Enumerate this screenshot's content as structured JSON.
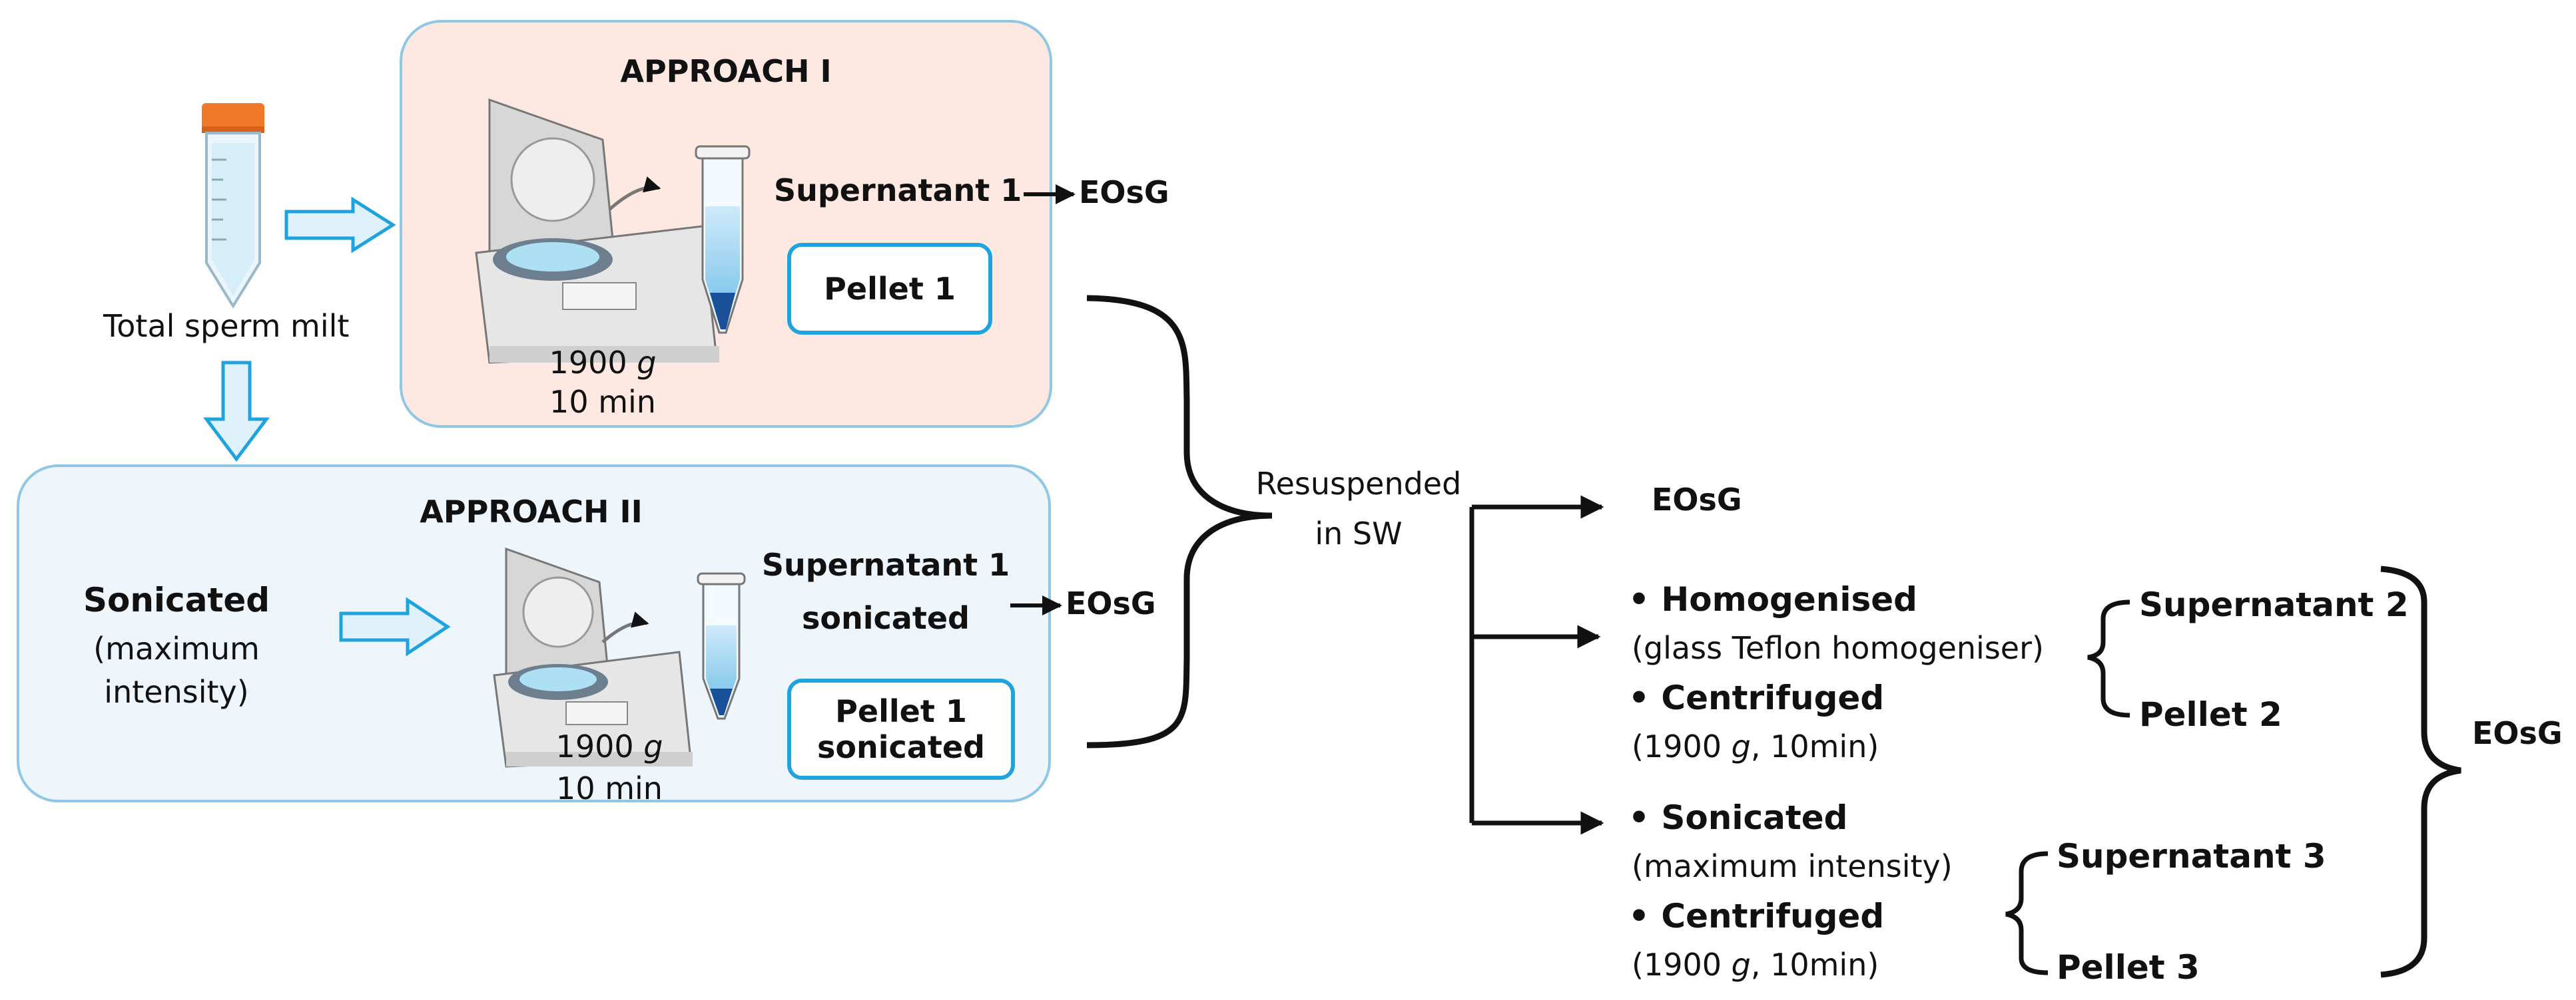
{
  "approach1": {
    "title": "APPROACH I",
    "condition_g": "1900",
    "condition_unit": "g",
    "condition_time": "10 min",
    "supernatant": "Supernatant 1",
    "pellet": "Pellet 1",
    "output": "EOsG"
  },
  "approach2": {
    "title": "APPROACH II",
    "treatment": "Sonicated",
    "treatment_detail_1": "(maximum",
    "treatment_detail_2": "intensity)",
    "condition_g": "1900",
    "condition_unit": "g",
    "condition_time": "10 min",
    "supernatant_1": "Supernatant 1",
    "supernatant_2": "sonicated",
    "pellet_1": "Pellet 1",
    "pellet_2": "sonicated",
    "output": "EOsG"
  },
  "source": {
    "label": "Total sperm milt"
  },
  "resuspend": {
    "line1": "Resuspended",
    "line2": "in SW"
  },
  "branch_top": {
    "output": "EOsG"
  },
  "branch_mid": {
    "step1": "Homogenised",
    "step1_detail": "(glass Teflon homogeniser)",
    "step2": "Centrifuged",
    "step2_detail_pre": "(1900 ",
    "step2_detail_g": "g",
    "step2_detail_post": ", 10min)",
    "supernatant": "Supernatant 2",
    "pellet": "Pellet 2"
  },
  "branch_bottom": {
    "step1": "Sonicated",
    "step1_detail": "(maximum intensity)",
    "step2": "Centrifuged",
    "step2_detail_pre": "(1900 ",
    "step2_detail_g": "g",
    "step2_detail_post": ", 10min)",
    "supernatant": "Supernatant 3",
    "pellet": "Pellet 3"
  },
  "final_output": "EOsG",
  "colors": {
    "box1_fill": "#fde9e1",
    "box2_fill": "#eef6fb",
    "border": "#8fc7e5",
    "accent": "#1fa3de",
    "tube_cap": "#f07a2a"
  }
}
